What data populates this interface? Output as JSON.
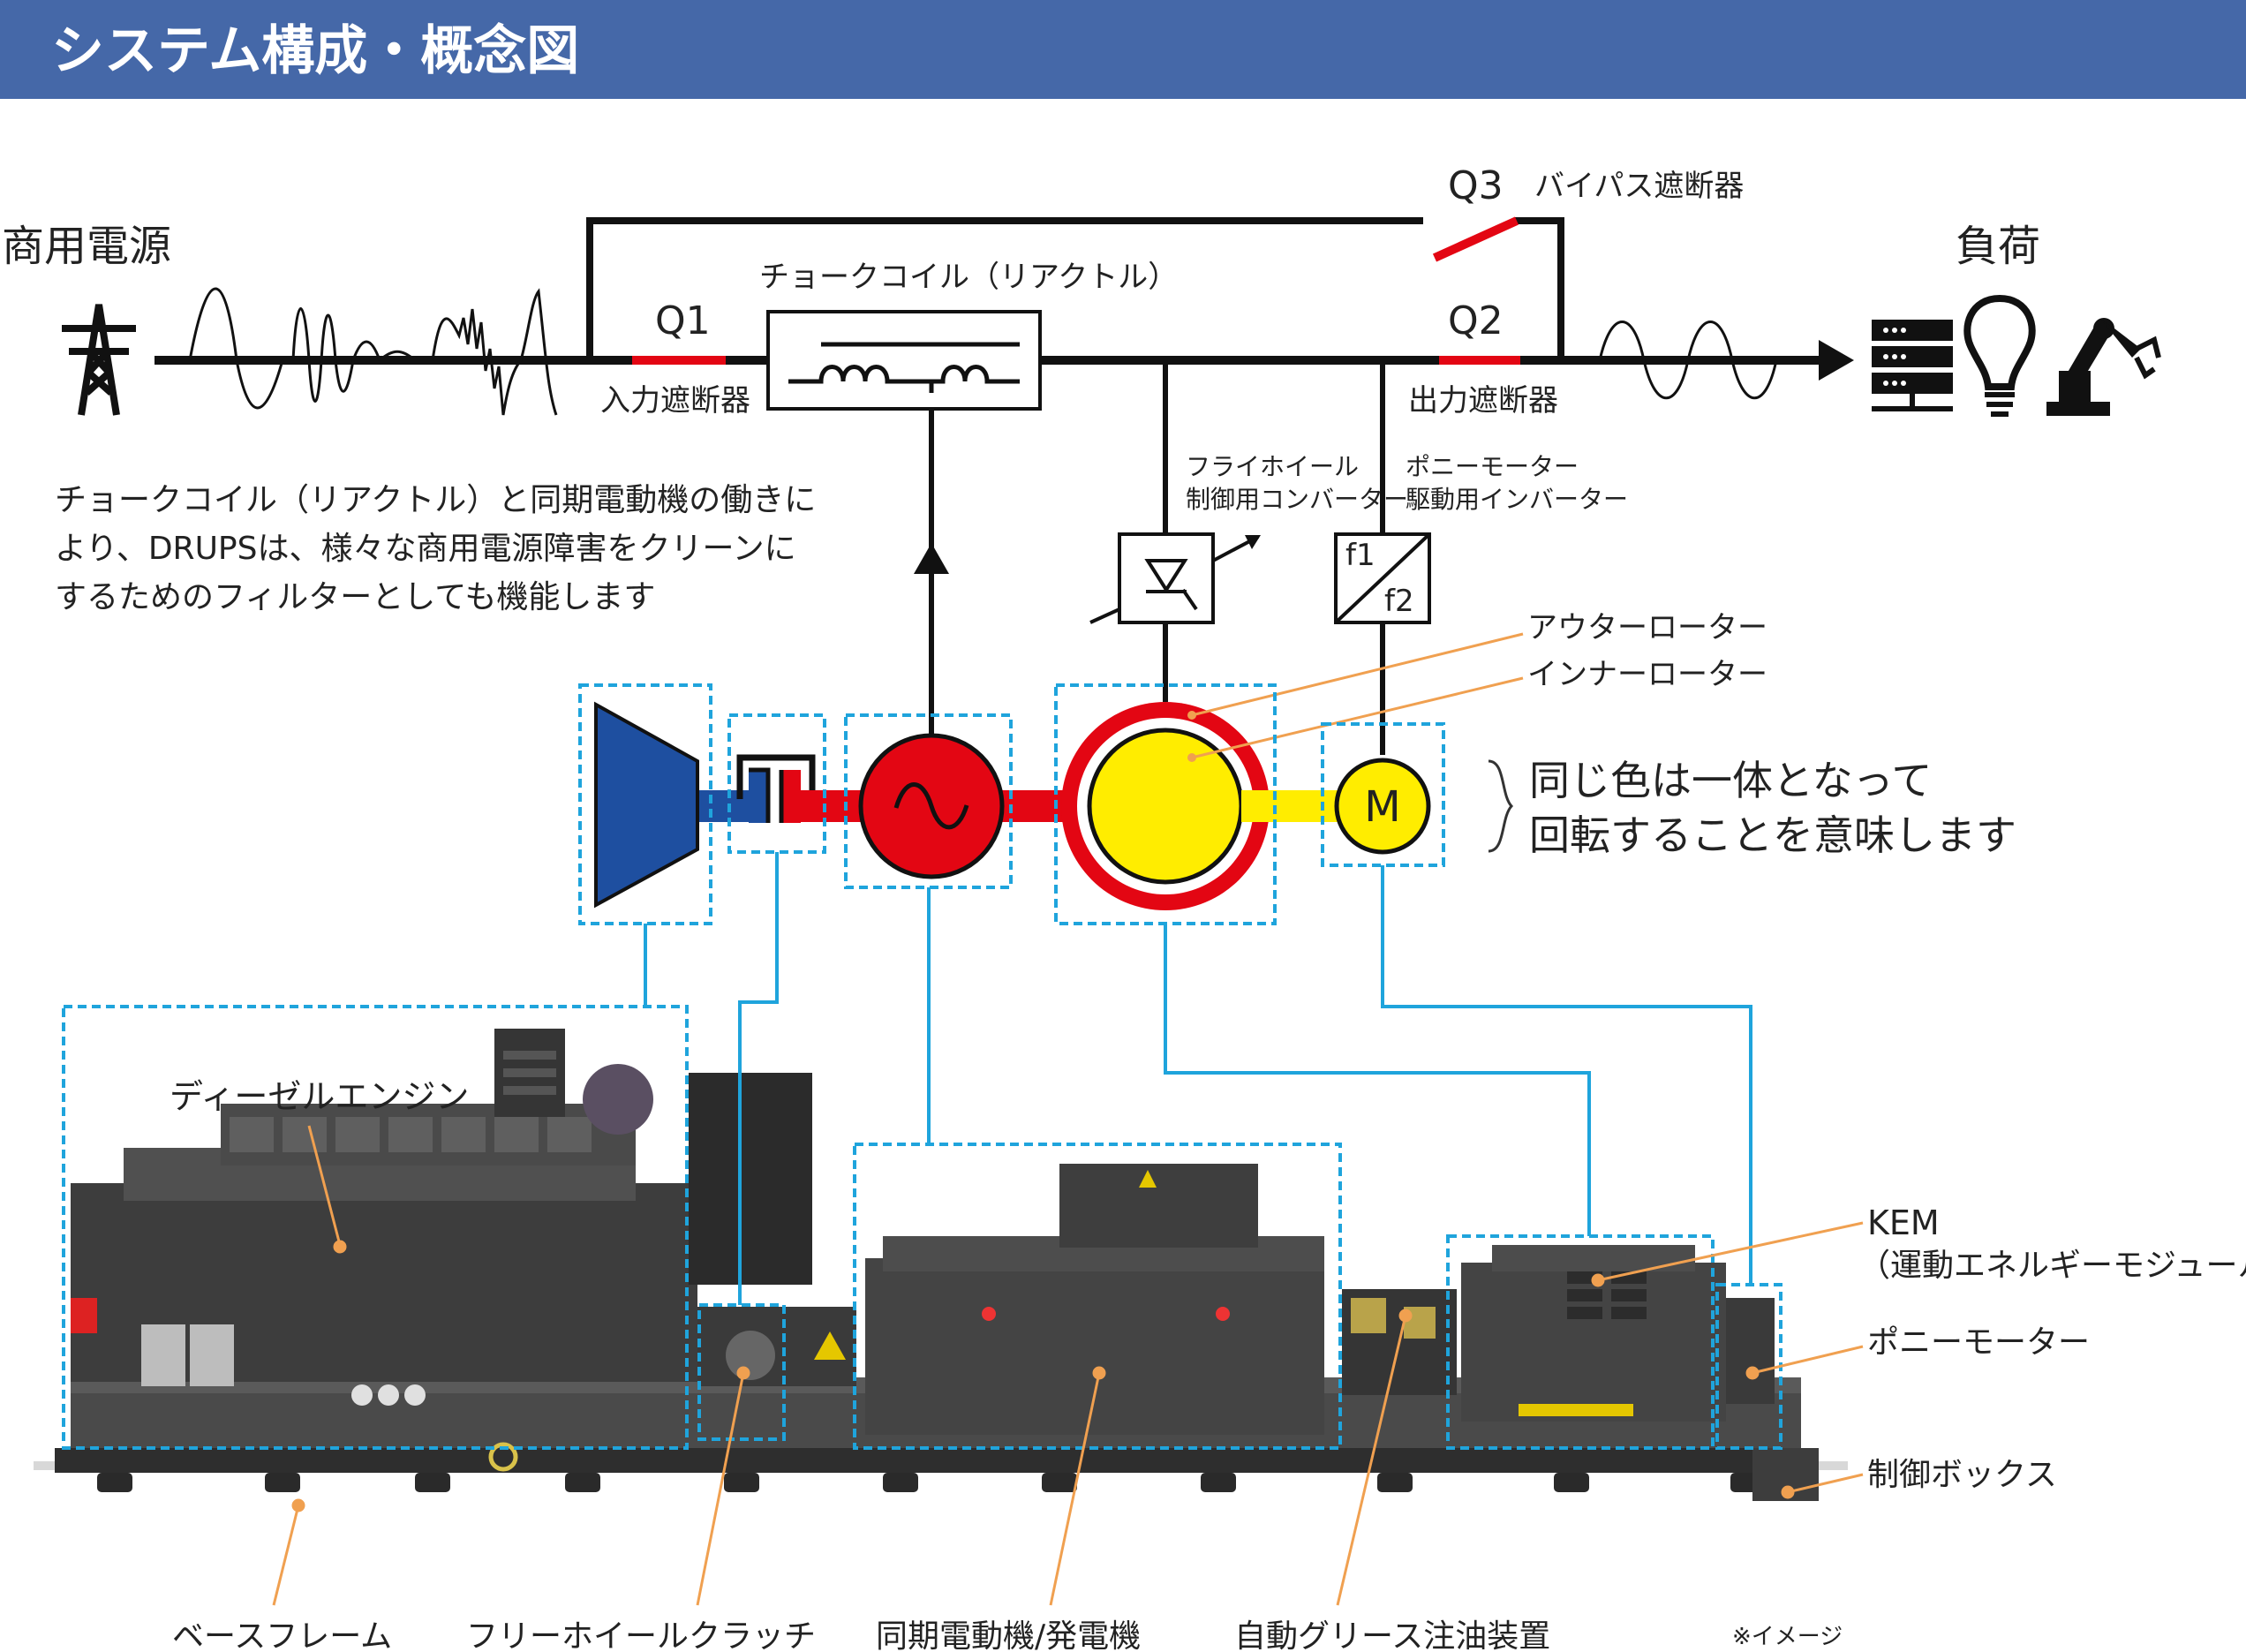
{
  "header": {
    "title": "システム構成・概念図"
  },
  "top": {
    "source_label": "商用電源",
    "load_label": "負荷",
    "q1_label": "Q1",
    "q1_name": "入力遮断器",
    "q2_label": "Q2",
    "q2_name": "出力遮断器",
    "q3_label": "Q3",
    "q3_name": "バイパス遮断器",
    "choke_label": "チョークコイル（リアクトル）",
    "converter_label_1": "フライホイール",
    "converter_label_2": "制御用コンバーター",
    "inverter_label_1": "ポニーモーター",
    "inverter_label_2": "駆動用インバーター",
    "inverter_f1": "f1",
    "inverter_f2": "f2",
    "outer_rotor_label": "アウターローター",
    "inner_rotor_label": "インナーローター",
    "motor_symbol": "M"
  },
  "description": {
    "line1": "チョークコイル（リアクトル）と同期電動機の働きに",
    "line2": "より、DRUPSは、様々な商用電源障害をクリーンに",
    "line3": "するためのフィルターとしても機能します"
  },
  "legend": {
    "line1": "同じ色は一体となって",
    "line2": "回転することを意味します"
  },
  "machine": {
    "diesel_label": "ディーゼルエンジン",
    "kem_label_1": "KEM",
    "kem_label_2": "（運動エネルギーモジュール）",
    "pony_label": "ポニーモーター",
    "control_box_label": "制御ボックス",
    "base_frame_label": "ベースフレーム",
    "clutch_label": "フリーホイールクラッチ",
    "generator_label": "同期電動機/発電機",
    "grease_label": "自動グリース注油装置",
    "image_note": "※イメージ"
  },
  "colors": {
    "header_bg": "#4568a8",
    "red": "#e30613",
    "yellow": "#ffed00",
    "blue": "#1e4fa0",
    "cyan": "#1fa4dc",
    "orange": "#f0a050"
  }
}
